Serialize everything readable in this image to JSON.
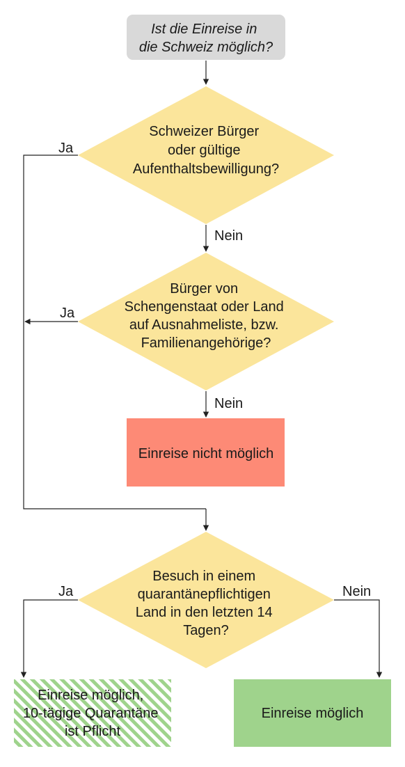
{
  "colors": {
    "start_fill": "#d9d9d9",
    "decision_fill": "#fbe59b",
    "reject_fill": "#fd8a76",
    "accept_fill": "#9fd38c",
    "hatch_stripe": "#9fd38c",
    "line": "#222222"
  },
  "nodes": {
    "start": {
      "lines": [
        "Ist die Einreise in",
        "die Schweiz möglich?"
      ]
    },
    "decision1": {
      "lines": [
        "Schweizer Bürger",
        "oder gültige",
        "Aufenthaltsbewilligung?"
      ]
    },
    "decision2": {
      "lines": [
        "Bürger von",
        "Schengenstaat oder Land",
        "auf Ausnahmeliste, bzw.",
        "Familienangehörige?"
      ]
    },
    "reject": {
      "lines": [
        "Einreise nicht möglich"
      ]
    },
    "decision3": {
      "lines": [
        "Besuch in einem",
        "quarantänepflichtigen",
        "Land in den letzten 14",
        "Tagen?"
      ]
    },
    "quarantine": {
      "lines": [
        "Einreise möglich,",
        "10-tägige Quarantäne",
        "ist Pflicht"
      ]
    },
    "allowed": {
      "lines": [
        "Einreise möglich"
      ]
    }
  },
  "edges": {
    "d1_yes": "Ja",
    "d1_no": "Nein",
    "d2_yes": "Ja",
    "d2_no": "Nein",
    "d3_yes": "Ja",
    "d3_no": "Nein"
  }
}
